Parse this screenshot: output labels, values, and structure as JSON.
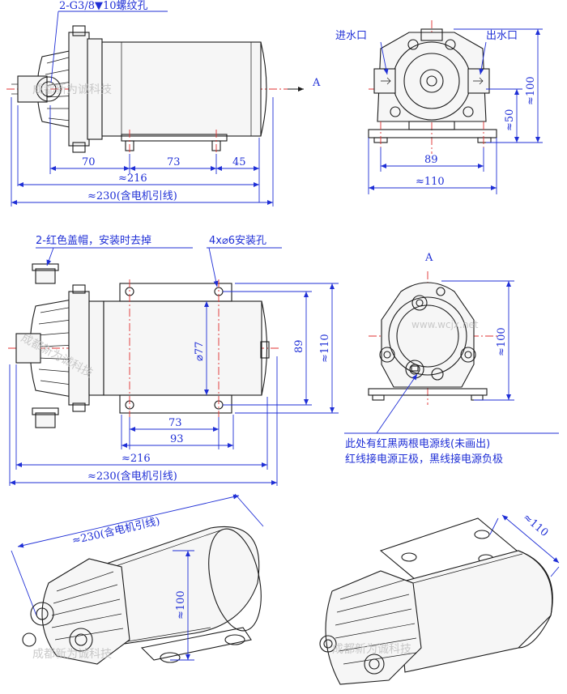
{
  "labels": {
    "thread_hole": "2-G3/8▼10螺纹孔",
    "inlet": "进水口",
    "outlet": "出水口",
    "view_a_top": "A",
    "view_a_mid": "A",
    "red_caps": "2-红色盖帽，安装时去掉",
    "mount_holes": "4x⌀6安装孔",
    "wire_note_1": "此处有红黑两根电源线(未画出)",
    "wire_note_2": "红线接电源正极，黑线接电源负极"
  },
  "dimensions": {
    "d70": "70",
    "d73_top": "73",
    "d45": "45",
    "d216_top": "≈216",
    "d230_top": "≈230(含电机引线)",
    "d100_front": "≈100",
    "d50": "≈50",
    "d89_front": "89",
    "d110_front": "≈110",
    "d77": "⌀77",
    "d89_side": "89",
    "d110_side": "≈110",
    "d73_mid": "73",
    "d93": "93",
    "d216_mid": "≈216",
    "d230_mid": "≈230(含电机引线)",
    "d100_end": "≈100",
    "d230_iso": "≈230(含电机引线)",
    "d100_iso": "≈100",
    "d110_iso": "≈110"
  },
  "watermarks": {
    "company_1": "成都新为诚科技",
    "company_2": "成都新为诚科技",
    "company_3": "成都新为诚科技",
    "company_4": "成都新为诚科技",
    "site": "www.wcjx.net"
  }
}
